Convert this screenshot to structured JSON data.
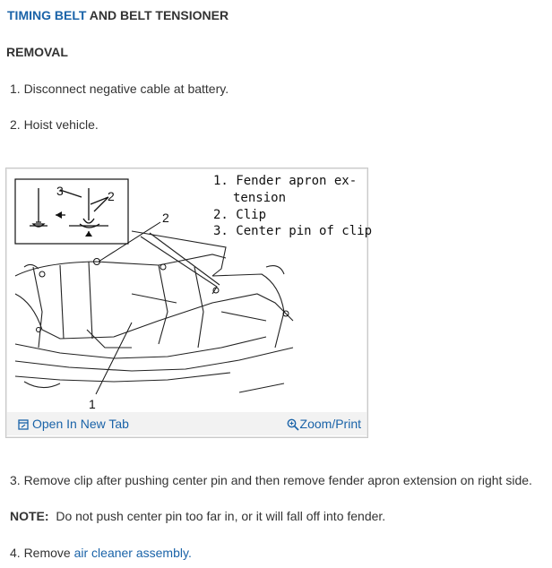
{
  "header": {
    "title_link": "TIMING BELT",
    "title_rest": "AND BELT TENSIONER",
    "section": "REMOVAL"
  },
  "steps": {
    "s1": "1. Disconnect negative cable at battery.",
    "s2": "2. Hoist vehicle.",
    "s3": "3. Remove clip after pushing center pin and then remove fender apron extension on right side.",
    "s4_prefix": "4. Remove",
    "s4_link": "air cleaner assembly."
  },
  "note": {
    "label": "NOTE:",
    "text": "Do not push center pin too far in, or it will fall off into fender."
  },
  "figure": {
    "legend": [
      "1. Fender apron ex-",
      "tension",
      "2. Clip",
      "3. Center pin of clip"
    ],
    "callouts": {
      "c1": "1",
      "c2": "2",
      "c3": "3",
      "c2b": "2"
    },
    "open_tab_label": "Open In New Tab",
    "zoom_label": "Zoom/Print",
    "icons": {
      "open_tab": "new-tab-icon",
      "zoom": "zoom-magnifier-icon"
    }
  },
  "colors": {
    "link": "#1a63a8",
    "text": "#333333",
    "bar": "#f2f2f2"
  }
}
